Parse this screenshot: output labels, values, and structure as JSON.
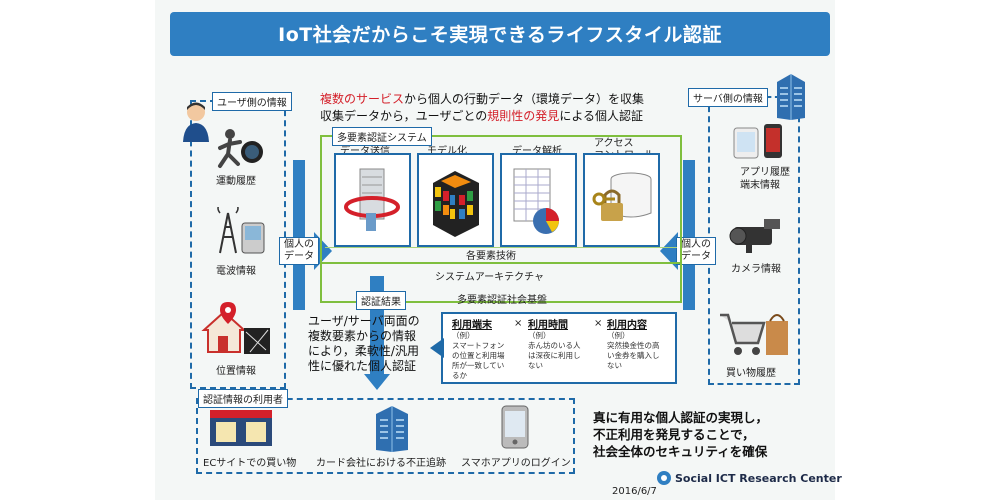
{
  "title": "IoT社会だからこそ実現できるライフスタイル認証",
  "intro": {
    "line1": {
      "a": "複数のサービス",
      "b": "から個人の行動データ（環境データ）を収集"
    },
    "line2": {
      "a": "収集データから，ユーザごとの",
      "b": "規則性の発見",
      "c": "による個人認証"
    }
  },
  "user_side": {
    "label": "ユーザ側の情報",
    "items": [
      "運動履歴",
      "電波情報",
      "位置情報"
    ]
  },
  "server_side": {
    "label": "サーバ側の情報",
    "items": [
      "アプリ履歴\n端末情報",
      "カメラ情報",
      "買い物履歴"
    ]
  },
  "personal_data_left": "個人の\nデータ",
  "personal_data_right": "個人の\nデータ",
  "system": {
    "label": "多要素認証システム",
    "steps": [
      "データ送信",
      "モデル化",
      "データ解析",
      "アクセス\nコントロール"
    ],
    "tech": "各要素技術",
    "architecture": "システムアーキテクチャ",
    "foundation": "多要素認証社会基盤"
  },
  "result_label": "認証結果",
  "description": "ユーザ/サーバ両面の\n複数要素からの情報\nにより，柔軟性/汎用\n性に優れた個人認証",
  "features": [
    {
      "title": "利用端末",
      "example": "（例）",
      "text": "スマートフォン\nの位置と利用場\n所が一致してい\nるか"
    },
    {
      "title": "利用時間",
      "example": "（例）",
      "text": "赤ん坊のいる人\nは深夜に利用し\nない"
    },
    {
      "title": "利用内容",
      "example": "（例）",
      "text": "突然換金性の高\nい金券を購入し\nない"
    }
  ],
  "times": "×",
  "users": {
    "label": "認証情報の利用者",
    "items": [
      "ECサイトでの買い物",
      "カード会社における不正追跡",
      "スマホアプリのログイン"
    ]
  },
  "conclusion": [
    "真に有用な個人認証の実現し，",
    "不正利用を発見することで，",
    "社会全体のセキュリティを確保"
  ],
  "date": "2016/6/7",
  "logo": "Social ICT Research Center",
  "colors": {
    "title_bar": "#2f7fc2",
    "accent_red": "#d4202a",
    "panel_blue": "#1f6aa8",
    "green": "#7fbf3e"
  }
}
